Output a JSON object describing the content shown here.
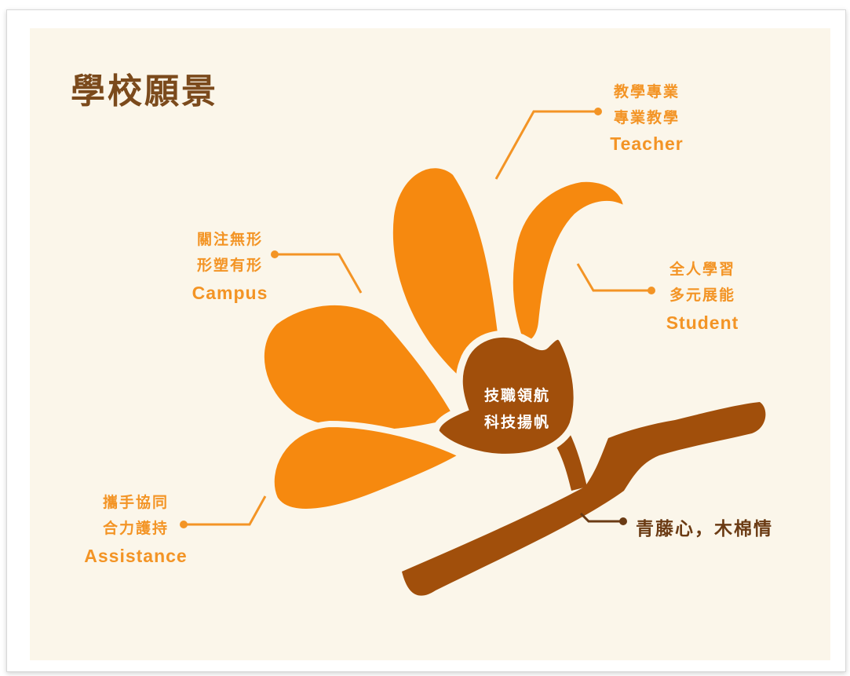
{
  "title": "學校願景",
  "center": {
    "line1": "技職領航",
    "line2": "科技揚帆"
  },
  "labels": {
    "teacher": {
      "line1": "教學專業",
      "line2": "專業教學",
      "en": "Teacher"
    },
    "campus": {
      "line1": "關注無形",
      "line2": "形塑有形",
      "en": "Campus"
    },
    "student": {
      "line1": "全人學習",
      "line2": "多元展能",
      "en": "Student"
    },
    "assistance": {
      "line1": "攜手協同",
      "line2": "合力護持",
      "en": "Assistance"
    }
  },
  "motto": "青藤心，木棉情",
  "colors": {
    "petal": "#f6890f",
    "branch": "#a14f0b",
    "label": "#f39425",
    "title": "#7b4a1c",
    "background": "#fbf6ea"
  }
}
